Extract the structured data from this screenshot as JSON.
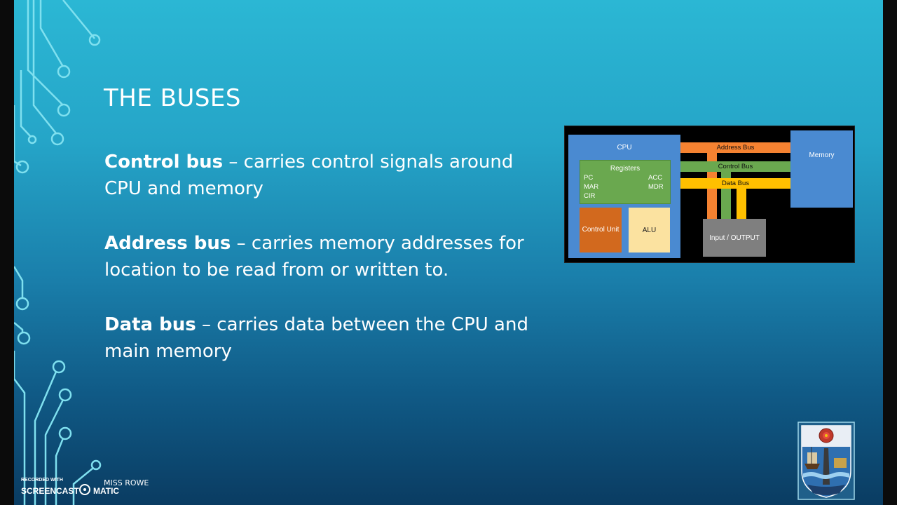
{
  "slide": {
    "title": "THE BUSES",
    "bullets": [
      {
        "term": "Control bus",
        "text": " – carries control signals around CPU and memory"
      },
      {
        "term": "Address bus",
        "text": " – carries memory addresses for location to be read from or written to."
      },
      {
        "term": "Data bus",
        "text": " – carries data between the CPU and main memory"
      }
    ],
    "author": "MISS ROWE"
  },
  "diagram": {
    "cpu_label": "CPU",
    "memory_label": "Memory",
    "registers_label": "Registers",
    "registers": [
      "PC",
      "MAR",
      "CIR",
      "ACC",
      "MDR"
    ],
    "control_unit_label": "Control Unit",
    "alu_label": "ALU",
    "io_label": "Input / OUTPUT",
    "buses": [
      {
        "label": "Address Bus",
        "color": "#f58231"
      },
      {
        "label": "Control Bus",
        "color": "#6aa84f"
      },
      {
        "label": "Data Bus",
        "color": "#ffc000"
      }
    ]
  },
  "watermark": {
    "line1": "RECORDED WITH",
    "line2a": "SCREENCAST",
    "line2b": "MATIC"
  },
  "colors": {
    "background_top": "#2bb7d4",
    "background_bottom": "#0a3c62",
    "cpu_blue": "#4a8ad1",
    "circuit_lines": "#7fe0ef"
  }
}
